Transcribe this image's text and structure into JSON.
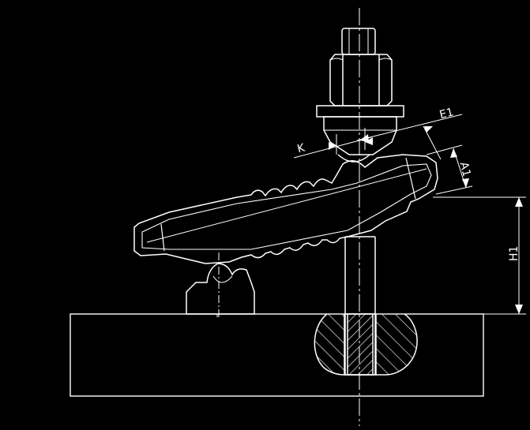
{
  "labels": {
    "k": "K",
    "e1": "E1",
    "a1": "A1",
    "h1": "H1"
  },
  "colors": {
    "background": "#000000",
    "stroke": "#ffffff"
  }
}
